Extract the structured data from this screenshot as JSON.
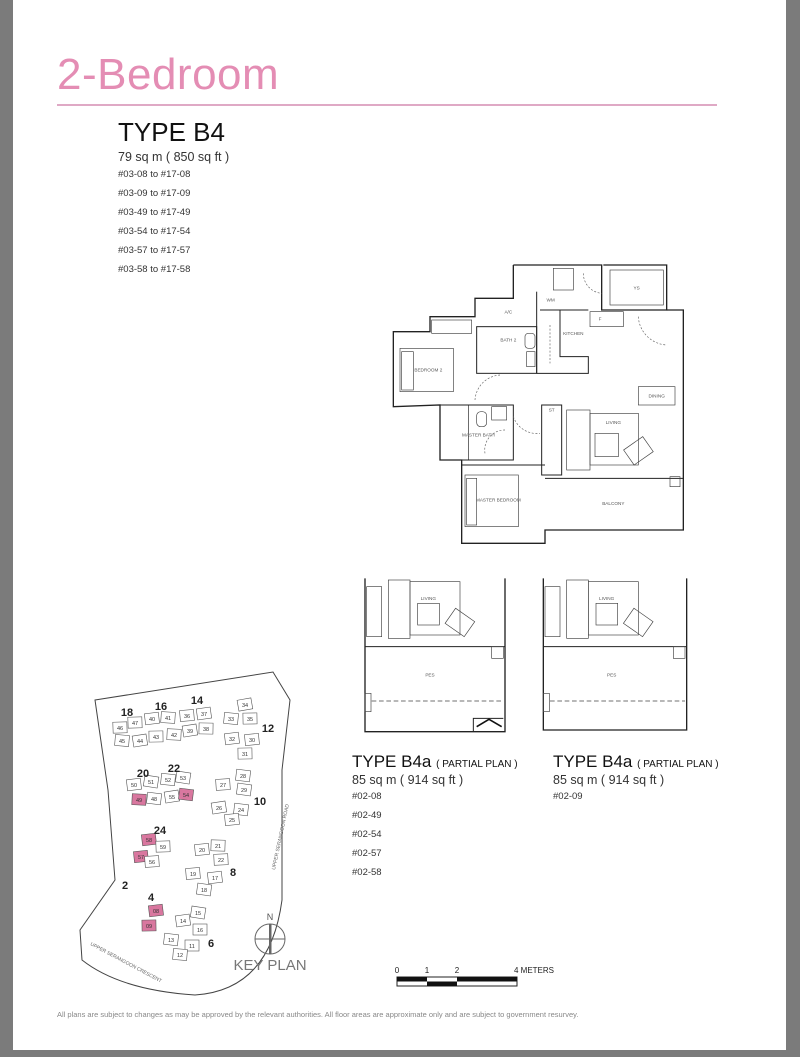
{
  "page": {
    "title": "2-Bedroom",
    "accent_color": "#e48db4"
  },
  "main_type": {
    "name": "TYPE B4",
    "area": "79 sq m ( 850 sq ft )",
    "units": [
      "#03-08 to #17-08",
      "#03-09 to #17-09",
      "#03-49 to #17-49",
      "#03-54 to #17-54",
      "#03-57 to #17-57",
      "#03-58 to #17-58"
    ]
  },
  "floor_plan_rooms": {
    "bedroom2": "BEDROOM 2",
    "ac": "A/C",
    "bath2": "BATH 2",
    "kitchen": "KITCHEN",
    "wm": "WM",
    "ys": "YS",
    "f": "F",
    "dining": "DINING",
    "living": "LIVING",
    "master_bath": "MASTER BATH",
    "master_bedroom": "MASTER BEDROOM",
    "balcony": "BALCONY",
    "st": "ST"
  },
  "partial_plans": [
    {
      "name": "TYPE B4a",
      "note": "( PARTIAL PLAN )",
      "area": "85 sq m ( 914 sq ft )",
      "units": [
        "#02-08",
        "#02-49",
        "#02-54",
        "#02-57",
        "#02-58"
      ],
      "living": "LIVING",
      "pes": "PES"
    },
    {
      "name": "TYPE B4a",
      "note": "( PARTIAL PLAN )",
      "area": "85 sq m ( 914 sq ft )",
      "units": [
        "#02-09"
      ],
      "living": "LIVING",
      "pes": "PES"
    }
  ],
  "key_plan": {
    "title": "KEY PLAN",
    "north": "N",
    "roads": [
      "UPPER SERANGOON ROAD",
      "UPPER SERANGOON CRESCENT"
    ],
    "highlight_color": "#d9779f",
    "blocks": [
      [
        "18",
        127,
        712
      ],
      [
        "16",
        161,
        706
      ],
      [
        "14",
        197,
        700
      ],
      [
        "12",
        268,
        728
      ],
      [
        "20",
        143,
        773
      ],
      [
        "22",
        174,
        768
      ],
      [
        "10",
        260,
        801
      ],
      [
        "24",
        160,
        830
      ],
      [
        "8",
        233,
        872
      ],
      [
        "2",
        125,
        885
      ],
      [
        "4",
        151,
        897
      ],
      [
        "6",
        211,
        943
      ]
    ],
    "units": [
      [
        "46",
        120,
        728,
        0
      ],
      [
        "47",
        135,
        723,
        0
      ],
      [
        "40",
        152,
        719,
        0
      ],
      [
        "41",
        168,
        718,
        0
      ],
      [
        "36",
        187,
        716,
        0
      ],
      [
        "37",
        204,
        714,
        0
      ],
      [
        "45",
        122,
        741,
        0
      ],
      [
        "44",
        140,
        741,
        0
      ],
      [
        "43",
        156,
        737,
        0
      ],
      [
        "42",
        174,
        735,
        0
      ],
      [
        "39",
        190,
        731,
        0
      ],
      [
        "38",
        206,
        729,
        0
      ],
      [
        "34",
        245,
        705,
        0
      ],
      [
        "33",
        231,
        719,
        0
      ],
      [
        "35",
        250,
        719,
        0
      ],
      [
        "32",
        232,
        739,
        0
      ],
      [
        "30",
        252,
        740,
        0
      ],
      [
        "31",
        245,
        754,
        0
      ],
      [
        "50",
        134,
        785,
        0
      ],
      [
        "51",
        151,
        782,
        0
      ],
      [
        "52",
        168,
        780,
        0
      ],
      [
        "53",
        183,
        778,
        0
      ],
      [
        "49",
        139,
        800,
        1
      ],
      [
        "48",
        154,
        799,
        0
      ],
      [
        "55",
        172,
        797,
        0
      ],
      [
        "54",
        186,
        795,
        1
      ],
      [
        "28",
        243,
        776,
        0
      ],
      [
        "27",
        223,
        785,
        0
      ],
      [
        "29",
        244,
        790,
        0
      ],
      [
        "26",
        219,
        808,
        0
      ],
      [
        "24",
        241,
        810,
        0
      ],
      [
        "25",
        232,
        820,
        0
      ],
      [
        "58",
        149,
        840,
        1
      ],
      [
        "59",
        163,
        847,
        0
      ],
      [
        "57",
        141,
        857,
        1
      ],
      [
        "56",
        152,
        862,
        0
      ],
      [
        "20",
        202,
        850,
        0
      ],
      [
        "21",
        218,
        846,
        0
      ],
      [
        "22",
        221,
        860,
        0
      ],
      [
        "19",
        193,
        874,
        0
      ],
      [
        "17",
        215,
        878,
        0
      ],
      [
        "18",
        204,
        890,
        0
      ],
      [
        "08",
        156,
        911,
        1
      ],
      [
        "09",
        149,
        926,
        1
      ],
      [
        "14",
        183,
        921,
        0
      ],
      [
        "15",
        198,
        913,
        0
      ],
      [
        "16",
        200,
        930,
        0
      ],
      [
        "13",
        171,
        940,
        0
      ],
      [
        "11",
        192,
        946,
        0
      ],
      [
        "12",
        180,
        955,
        0
      ]
    ]
  },
  "scale_bar": {
    "ticks": [
      "0",
      "1",
      "2",
      "4 METERS"
    ]
  },
  "disclaimer": "All plans are subject to changes as may be approved by the relevant authorities. All floor areas are approximate only and are subject to government resurvey."
}
